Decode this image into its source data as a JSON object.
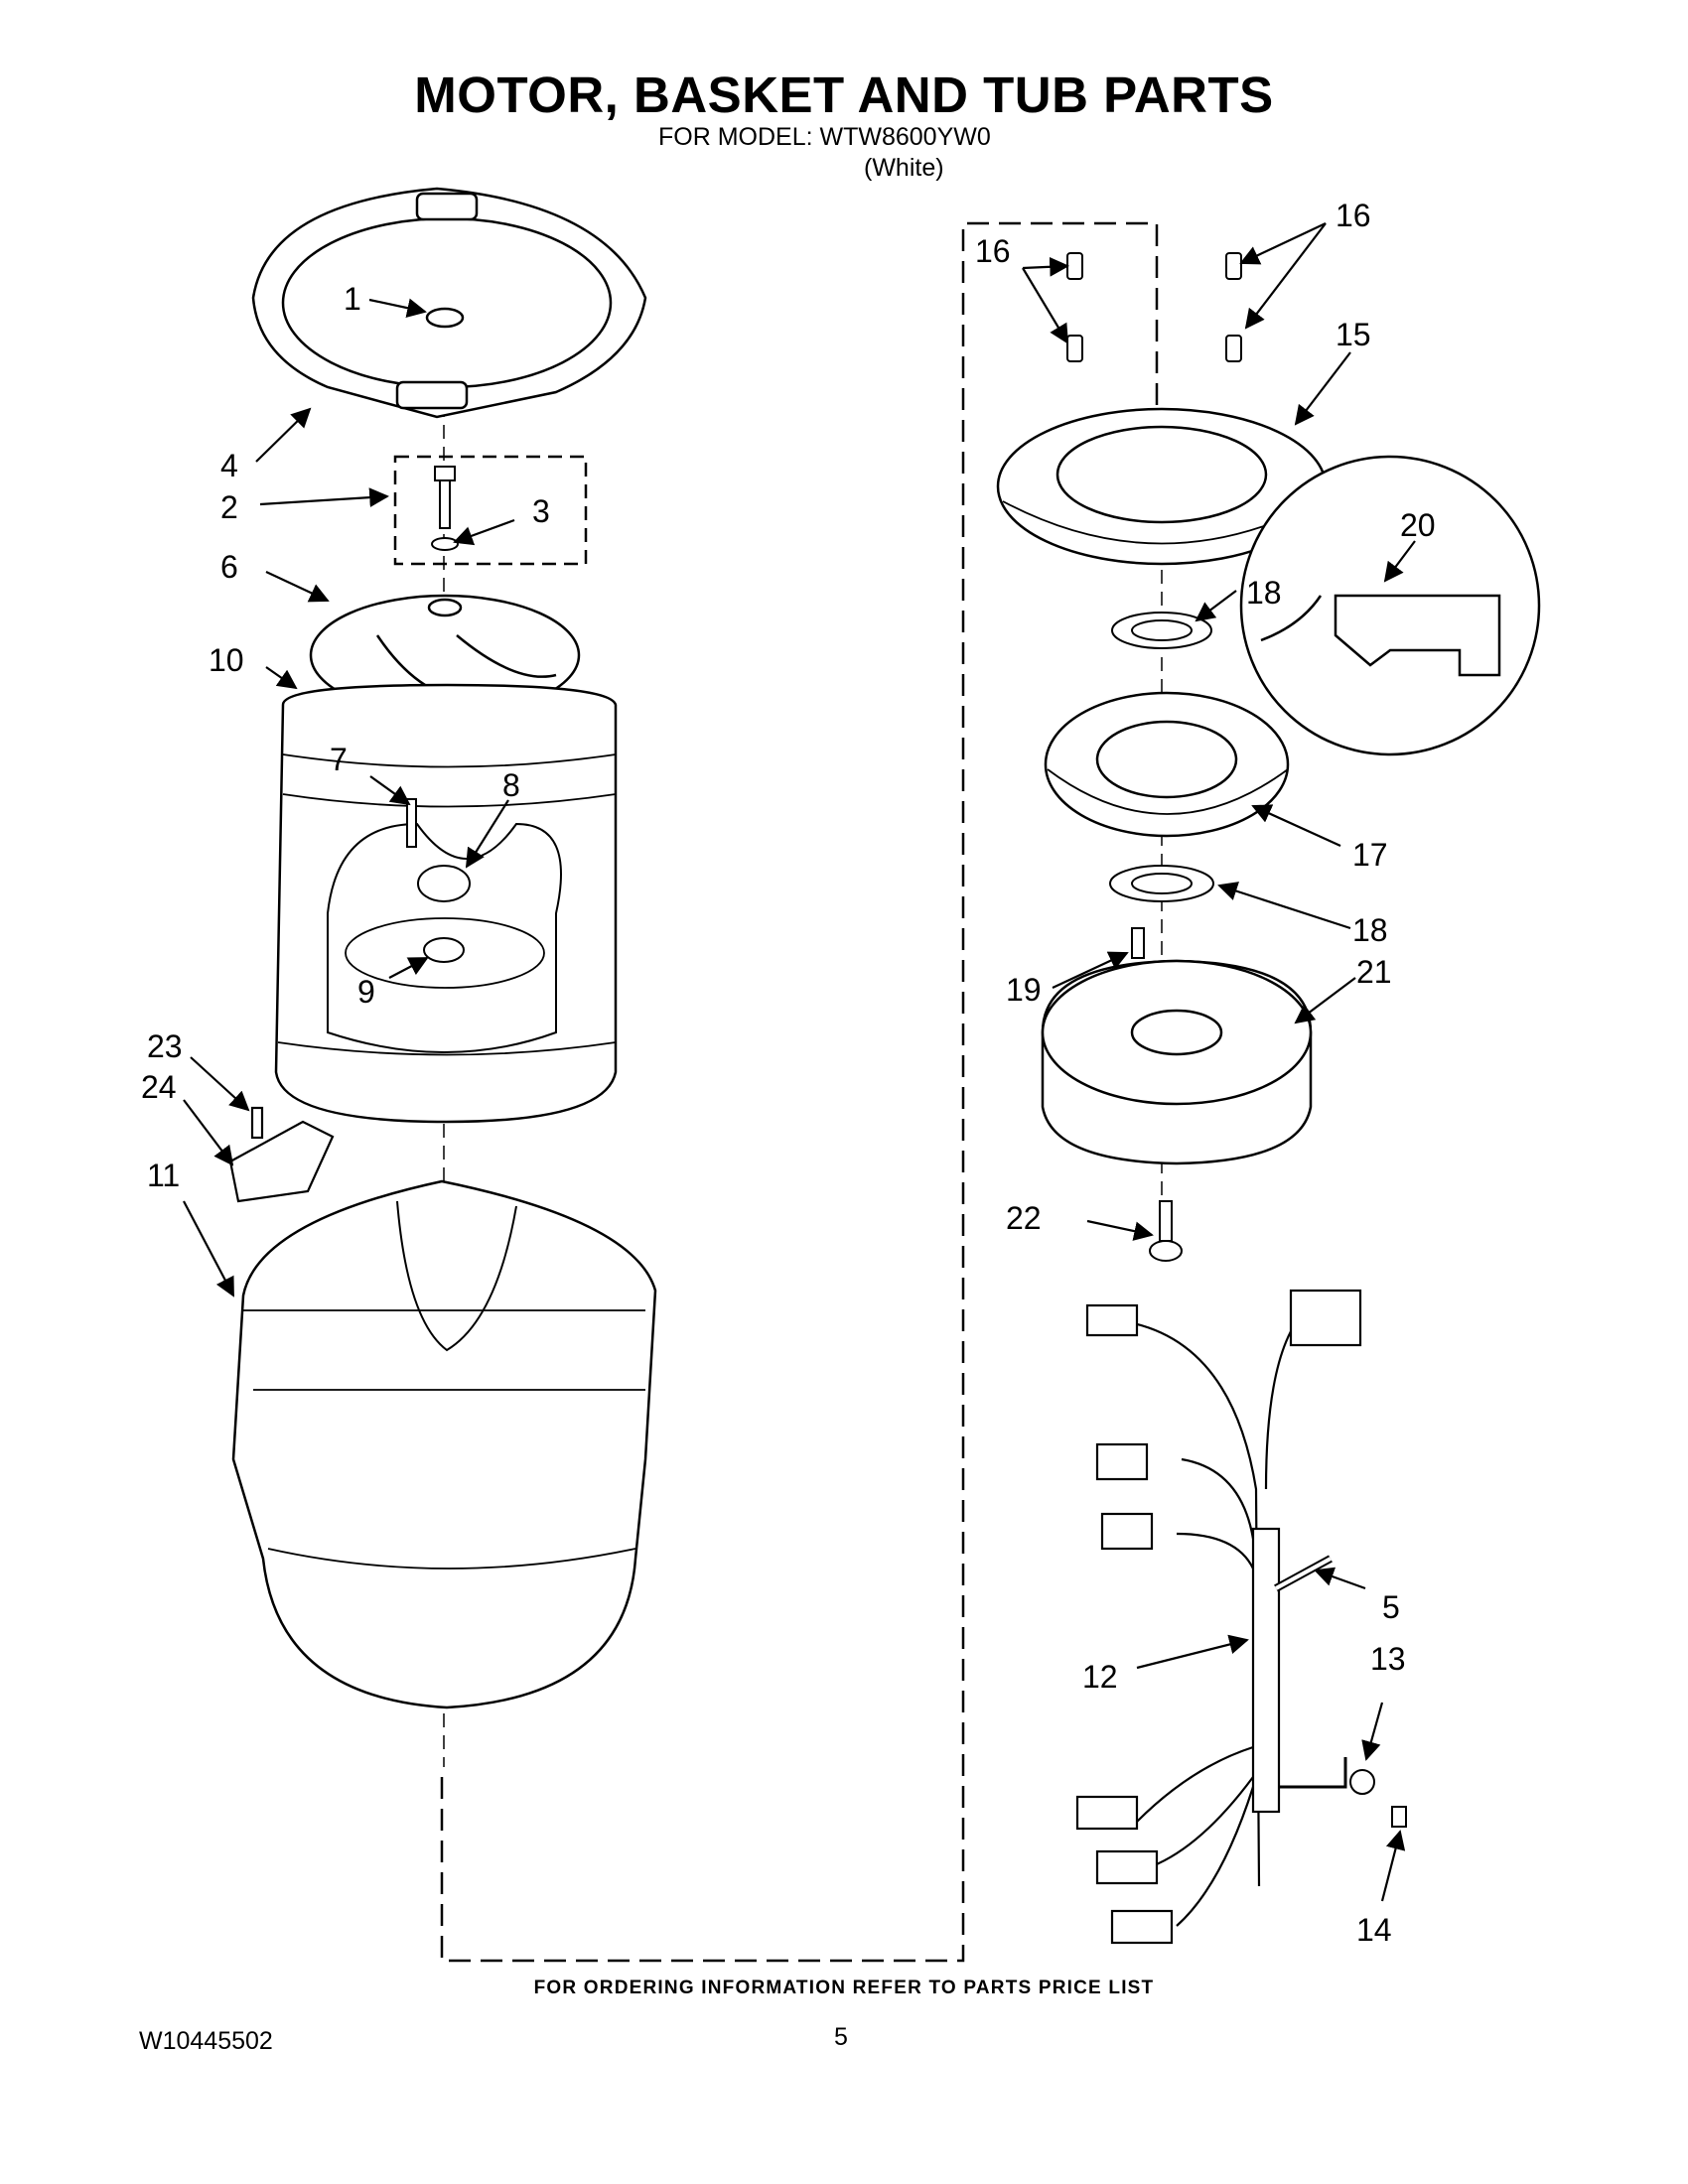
{
  "header": {
    "title": "MOTOR, BASKET AND TUB PARTS",
    "model_line": "FOR MODEL: WTW8600YW0",
    "variant": "(White)"
  },
  "footer": {
    "ordering_note": "FOR ORDERING INFORMATION REFER TO PARTS PRICE LIST",
    "doc_number": "W10445502",
    "page_number": "5"
  },
  "callouts": [
    "1",
    "2",
    "3",
    "4",
    "6",
    "10",
    "7",
    "8",
    "9",
    "23",
    "24",
    "11",
    "16",
    "16",
    "15",
    "20",
    "18",
    "17",
    "18",
    "19",
    "21",
    "22",
    "5",
    "12",
    "13",
    "14"
  ]
}
